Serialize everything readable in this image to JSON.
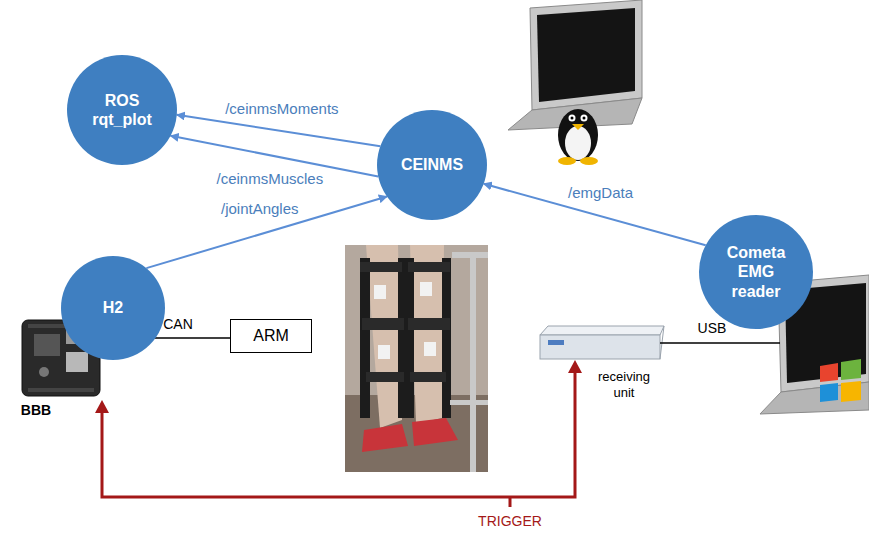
{
  "diagram": {
    "nodes": [
      {
        "text": [
          "ROS rqt_plot"
        ]
      },
      {
        "text": [
          "CEINMS"
        ]
      },
      {
        "text": [
          "Cometa EMG reader"
        ]
      },
      {
        "text": [
          "H2"
        ]
      },
      {
        "text": [
          "ARM"
        ]
      }
    ],
    "edges": [
      {
        "from": 1,
        "to": 0,
        "label": "/ceinmsMoments",
        "arrow": "to"
      },
      {
        "from": 1,
        "to": 0,
        "label": "/ceinmsMuscles",
        "arrow": "to"
      },
      {
        "from": 3,
        "to": 1,
        "label": "/jointAngles",
        "arrow": "to"
      },
      {
        "from": 2,
        "to": 1,
        "label": "/emgData",
        "arrow": "to"
      }
    ],
    "labels": [
      "CAN",
      "BBB",
      "USB",
      "receiving unit",
      "TRIGGER"
    ]
  }
}
